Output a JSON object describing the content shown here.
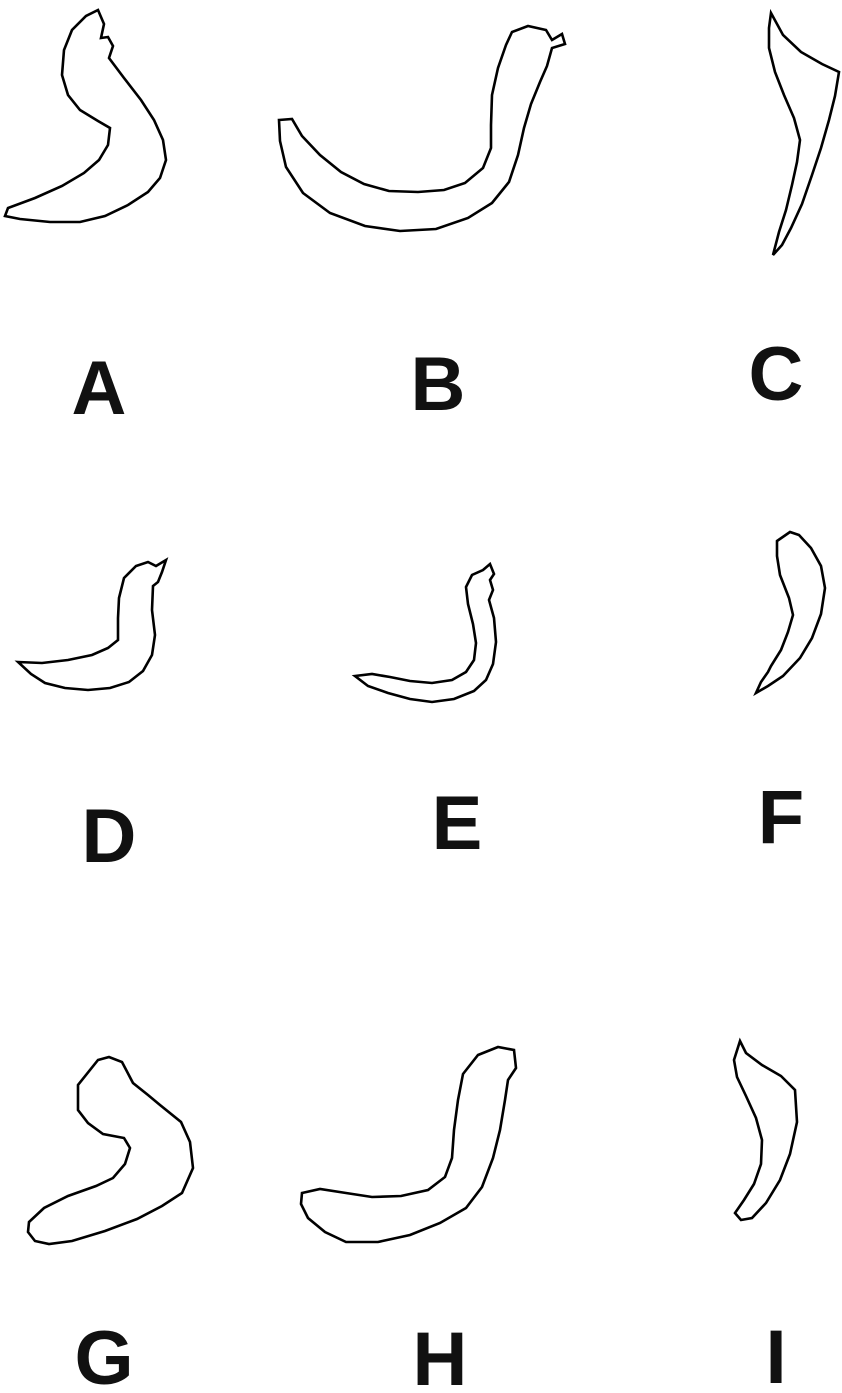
{
  "panels": {
    "a": {
      "label": "A"
    },
    "b": {
      "label": "B"
    },
    "c": {
      "label": "C"
    },
    "d": {
      "label": "D"
    },
    "e": {
      "label": "E"
    },
    "f": {
      "label": "F"
    },
    "g": {
      "label": "G"
    },
    "h": {
      "label": "H"
    },
    "i": {
      "label": "I"
    }
  },
  "colors": {
    "outline": "#000000",
    "label": "#111111",
    "background": "#ffffff"
  }
}
